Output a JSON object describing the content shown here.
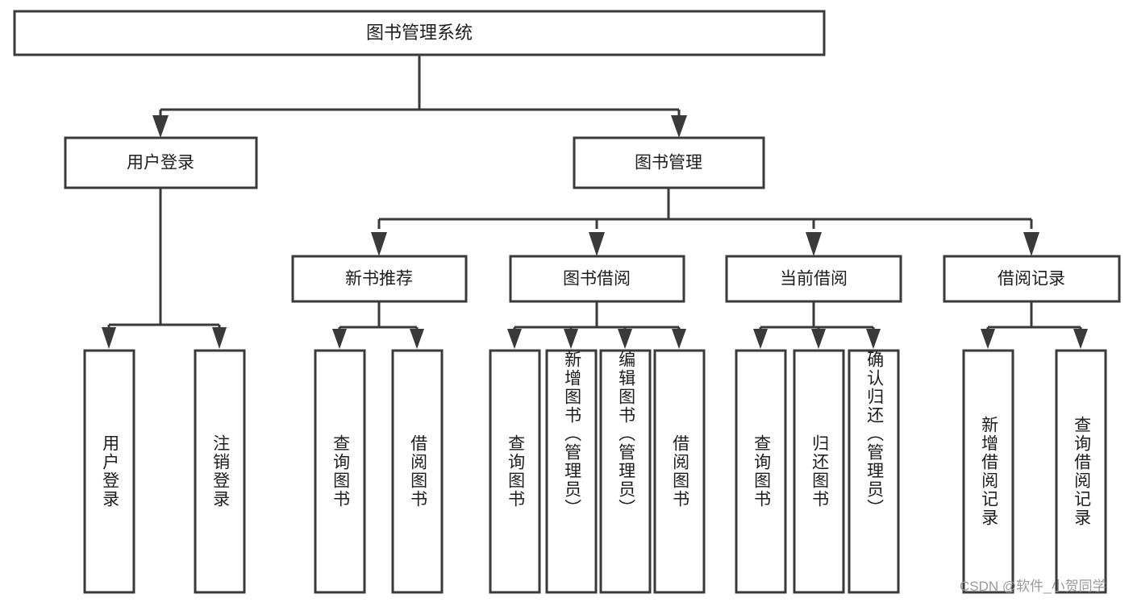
{
  "diagram": {
    "type": "tree-hierarchy-chart",
    "title_node": "图书管理系统",
    "orientation": "top-down",
    "levels": 4,
    "watermark": "CSDN @软件_小贺同学",
    "nodes": {
      "root": {
        "label": "图书管理系统"
      },
      "level2": [
        {
          "label": "用户登录"
        },
        {
          "label": "图书管理"
        }
      ],
      "level3": [
        {
          "label": "新书推荐"
        },
        {
          "label": "图书借阅"
        },
        {
          "label": "当前借阅"
        },
        {
          "label": "借阅记录"
        }
      ],
      "leaves_user_login": [
        {
          "label": "用户登录"
        },
        {
          "label": "注销登录"
        }
      ],
      "leaves_new_book": [
        {
          "label": "查询图书"
        },
        {
          "label": "借阅图书"
        }
      ],
      "leaves_book_borrow": [
        {
          "label": "查询图书"
        },
        {
          "label": "新增图书（管理员）"
        },
        {
          "label": "编辑图书（管理员）"
        },
        {
          "label": "借阅图书"
        }
      ],
      "leaves_current_borrow": [
        {
          "label": "查询图书"
        },
        {
          "label": "归还图书"
        },
        {
          "label": "确认归还（管理员）"
        }
      ],
      "leaves_borrow_record": [
        {
          "label": "新增借阅记录"
        },
        {
          "label": "查询借阅记录"
        }
      ]
    },
    "colors": {
      "stroke": "#3a3a3a",
      "fill": "#ffffff",
      "text": "#1d1d1d",
      "watermark": "#9a9a9a"
    }
  }
}
